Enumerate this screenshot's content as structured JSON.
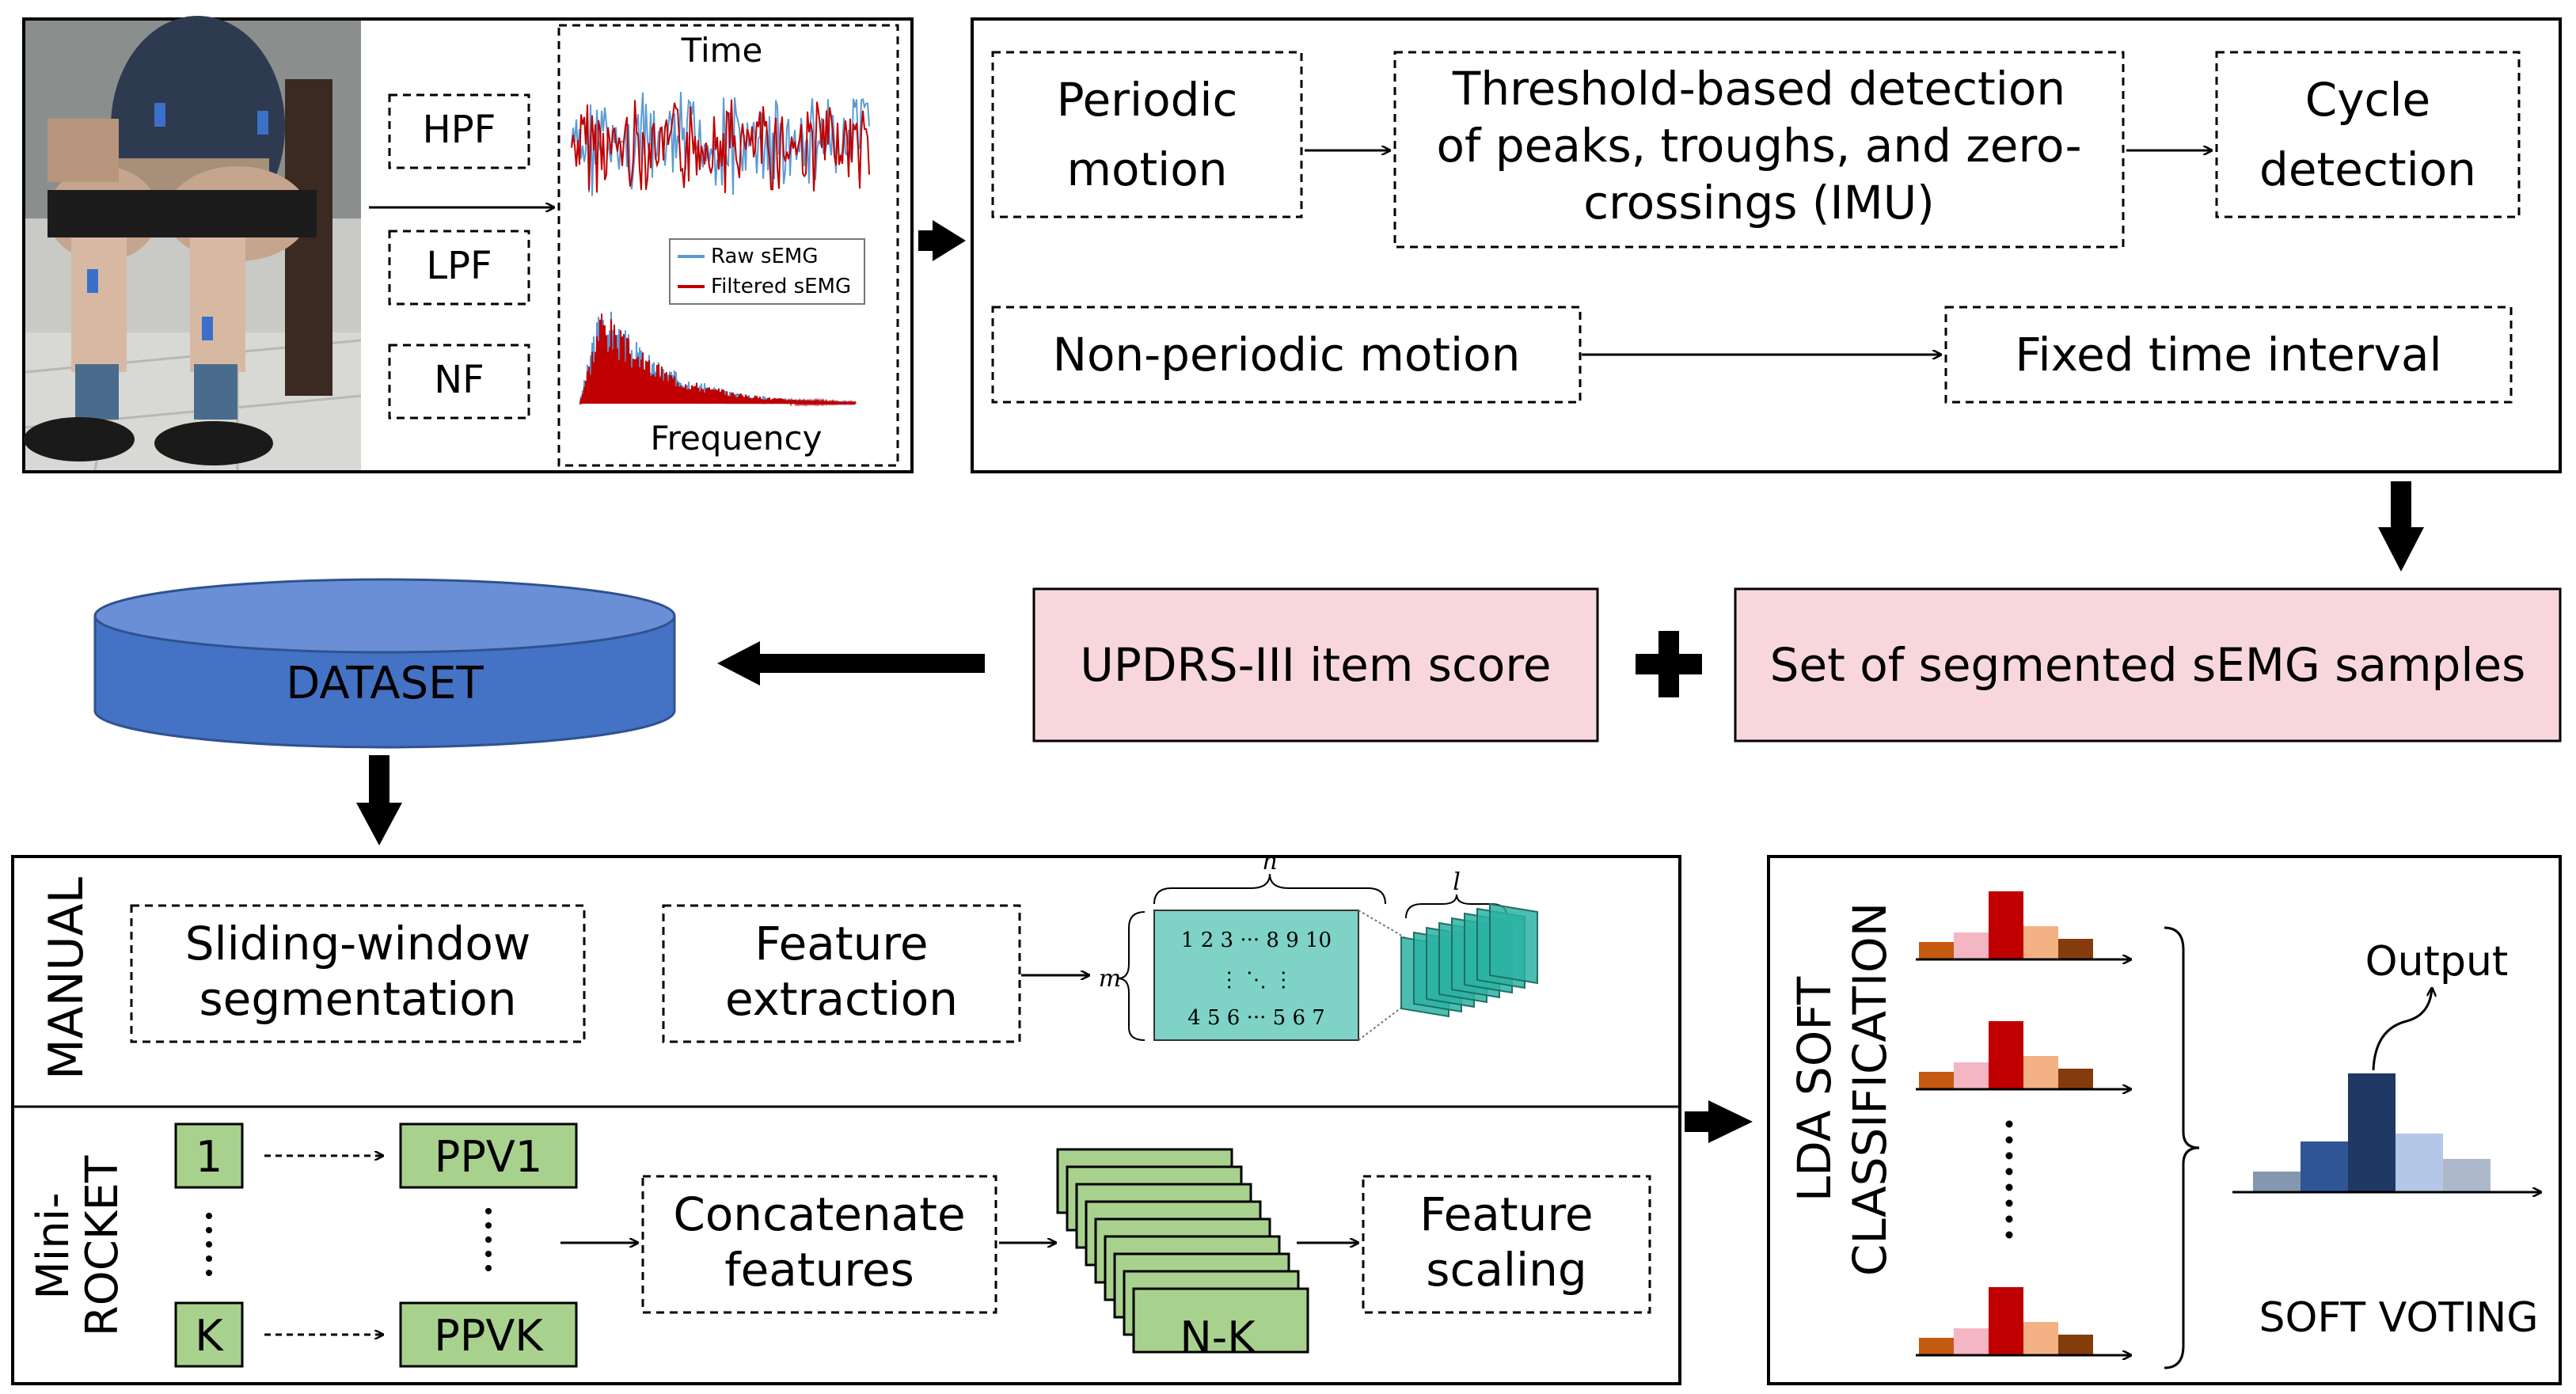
{
  "preprocessing": {
    "filters": [
      "HPF",
      "LPF",
      "NF"
    ],
    "signal_plot": {
      "time_label": "Time",
      "frequency_label": "Frequency",
      "legend": [
        "Raw sEMG",
        "Filtered sEMG"
      ]
    }
  },
  "segmentation": {
    "periodic_motion": "Periodic\nmotion",
    "threshold_detection": "Threshold-based detection\nof peaks, troughs, and zero-\ncrossings (IMU)",
    "cycle_detection": "Cycle\ndetection",
    "non_periodic_motion": "Non-periodic motion",
    "fixed_interval": "Fixed time interval"
  },
  "dataset": {
    "label": "DATASET",
    "updrs": "UPDRS-III item score",
    "segmented_samples": "Set of segmented sEMG samples"
  },
  "manual": {
    "section_label": "MANUAL",
    "sliding_window": "Sliding-window\nsegmentation",
    "feature_extraction": "Feature\nextraction",
    "matrix": {
      "n_label": "n",
      "m_label": "m",
      "l_label": "l",
      "row1": "1  2  3  ···  8  9 10",
      "row2": "⋮        ⋱        ⋮",
      "row3": "4  5  6  ···  5  6  7"
    }
  },
  "minirocket": {
    "section_label": "Mini-\nROCKET",
    "first": "1",
    "last": "K",
    "ppv1": "PPV1",
    "ppvk": "PPVK",
    "concatenate": "Concatenate\nfeatures",
    "nk": "N-K",
    "scaling": "Feature\nscaling"
  },
  "classification": {
    "label": "LDA SOFT\nCLASSIFICATION",
    "output": "Output",
    "soft_voting": "SOFT VOTING"
  },
  "colors": {
    "pink": "#f8d7dc",
    "dataset_blue": "#4472c4",
    "green": "#a9d18e",
    "teal": "#7fd3c6",
    "raw": "#5b9bd5",
    "filtered": "#c00000"
  }
}
